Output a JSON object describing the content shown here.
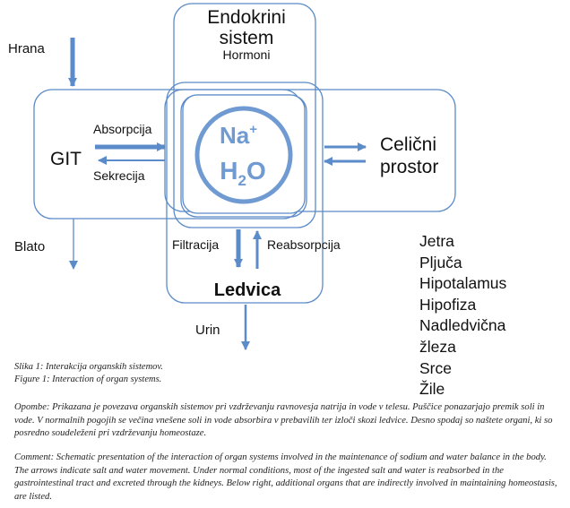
{
  "diagram": {
    "endocrine_title_line1": "Endokrini",
    "endocrine_title_line2": "sistem",
    "endocrine_subtitle": "Hormoni",
    "food_label": "Hrana",
    "git_label": "GIT",
    "absorption_label": "Absorpcija",
    "secretion_label": "Sekrecija",
    "center_na": "Na",
    "center_na_sup": "+",
    "center_h": "H",
    "center_h2o_sub": "2",
    "center_o": "O",
    "cell_space_line1": "Celični",
    "cell_space_line2": "prostor",
    "stool_label": "Blato",
    "filtration_label": "Filtracija",
    "reabsorption_label": "Reabsorpcija",
    "kidney_label": "Ledvica",
    "urine_label": "Urin",
    "colors": {
      "stroke": "#5b8bc8",
      "arrow": "#5b8bc8",
      "center_text": "#6f9ad2"
    }
  },
  "organs": [
    "Jetra",
    "Pljuča",
    "Hipotalamus",
    "Hipofiza",
    "Nadledvična",
    "žleza",
    "Srce",
    "Žile"
  ],
  "caption": {
    "line1": "Slika 1: Interakcija organskih sistemov.",
    "line2": "Figure 1: Interaction of organ systems."
  },
  "note_sl": "Opombe: Prikazana je povezava organskih sistemov pri vzdrževanju ravnovesja natrija in vode v telesu. Puščice ponazarjajo premik soli in vode. V normalnih pogojih se večina vnešene soli in vode absorbira v prebavilih ter izloči skozi ledvice. Desno spodaj so naštete organi, ki so posredno soudeleženi pri vzdrževanju homeostaze.",
  "note_en": "Comment: Schematic presentation of the interaction of organ systems involved in the maintenance of sodium and water balance in the body. The arrows indicate salt and water movement. Under normal conditions, most of the ingested salt and water is reabsorbed in the gastrointestinal tract and excreted through the kidneys. Below right, additional organs that are indirectly involved in maintaining homeostasis, are listed."
}
